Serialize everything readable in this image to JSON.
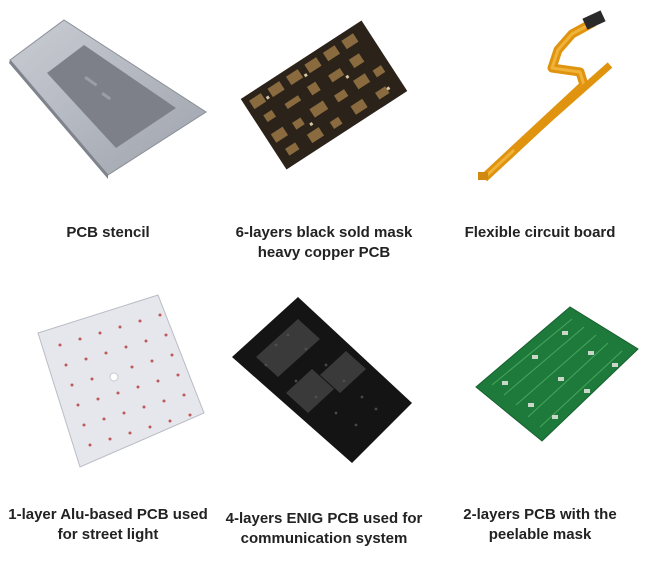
{
  "products": [
    {
      "icon": "pcb-stencil-image",
      "caption_lines": [
        "PCB stencil"
      ]
    },
    {
      "icon": "black-pcb-image",
      "caption_lines": [
        "6-layers black sold mask",
        "heavy copper PCB"
      ]
    },
    {
      "icon": "flexible-board-image",
      "caption_lines": [
        "Flexible circuit board"
      ]
    },
    {
      "icon": "alu-pcb-image",
      "caption_lines": [
        "1-layer Alu-based PCB used",
        "for street light"
      ]
    },
    {
      "icon": "enig-pcb-image",
      "caption_lines": [
        "4-layers ENIG PCB used for",
        "communication system"
      ]
    },
    {
      "icon": "green-pcb-image",
      "caption_lines": [
        "2-layers PCB with the",
        "peelable mask"
      ]
    }
  ]
}
